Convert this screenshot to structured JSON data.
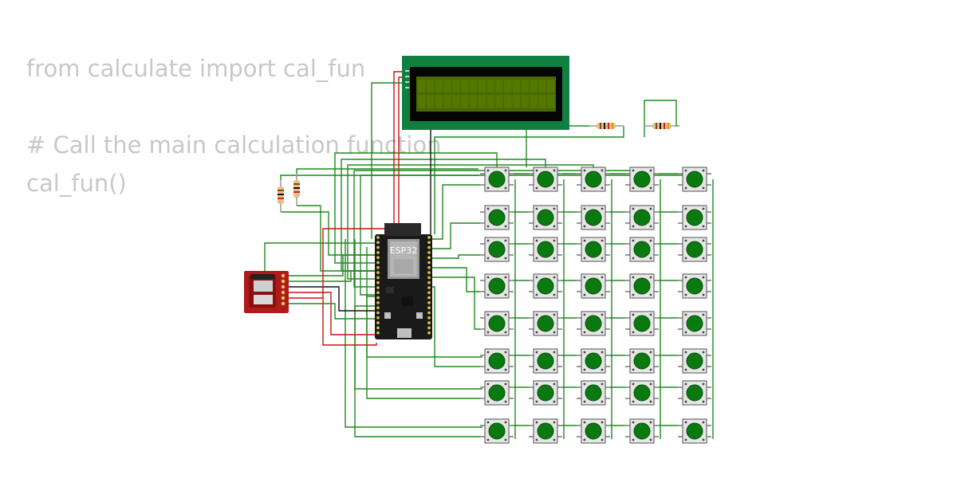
{
  "code": {
    "line1": "from calculate import cal_fun",
    "line2": "# Call the main calculation function",
    "line3": "cal_fun()"
  },
  "board": {
    "label": "ESP32"
  },
  "keypad": {
    "rows": 8,
    "cols": 5
  },
  "colors": {
    "wire_green": "#1e8a1e",
    "wire_red": "#cc1111",
    "wire_black": "#111111",
    "lcd_pcb": "#0f8040",
    "lcd_screen": "#4a6a00",
    "button_cap": "#0a7a10",
    "sd_module": "#b01a1a",
    "board_body": "#1a1a1a"
  }
}
